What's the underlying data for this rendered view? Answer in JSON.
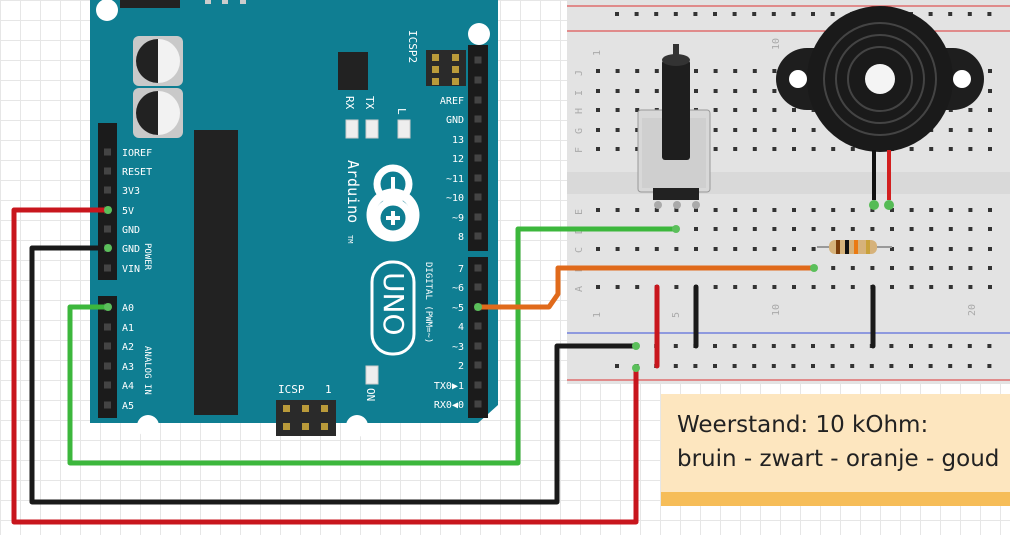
{
  "arduino": {
    "brand": "Arduino",
    "trademark": "TM",
    "model": "UNO",
    "icsp2_label": "ICSP2",
    "icsp_label": "ICSP",
    "icsp_pin1_label": "1",
    "rx_label": "RX",
    "tx_label": "TX",
    "l_label": "L",
    "on_label": "ON",
    "power_header": "POWER",
    "analog_header": "ANALOG IN",
    "digital_header": "DIGITAL (PWM=~)",
    "power_pins": [
      "IOREF",
      "RESET",
      "3V3",
      "5V",
      "GND",
      "GND",
      "VIN"
    ],
    "analog_pins": [
      "A0",
      "A1",
      "A2",
      "A3",
      "A4",
      "A5"
    ],
    "digital_pins_top": [
      "AREF",
      "GND",
      "13",
      "12",
      "~11",
      "~10",
      "~9",
      "8"
    ],
    "digital_pins_bottom": [
      "7",
      "~6",
      "~5",
      "4",
      "~3",
      "2",
      "TX0▶1",
      "RX0◀0"
    ]
  },
  "breadboard": {
    "column_numbers": [
      "1",
      "5",
      "10",
      "20"
    ],
    "row_letters_top": [
      "J",
      "I",
      "H",
      "G",
      "F"
    ],
    "row_letters_bottom": [
      "E",
      "D",
      "C",
      "B",
      "A"
    ]
  },
  "colors": {
    "board": "#0f7e92",
    "wire_red": "#c8161d",
    "wire_black": "#1a1a1a",
    "wire_green": "#3cb73c",
    "wire_orange": "#e06a1b",
    "breadboard": "#e4e4e4",
    "note_bg": "#fde6bf",
    "note_border": "#f6bd58"
  },
  "note": {
    "line1": "Weerstand: 10 kOhm:",
    "line2": "bruin - zwart - oranje - goud"
  }
}
